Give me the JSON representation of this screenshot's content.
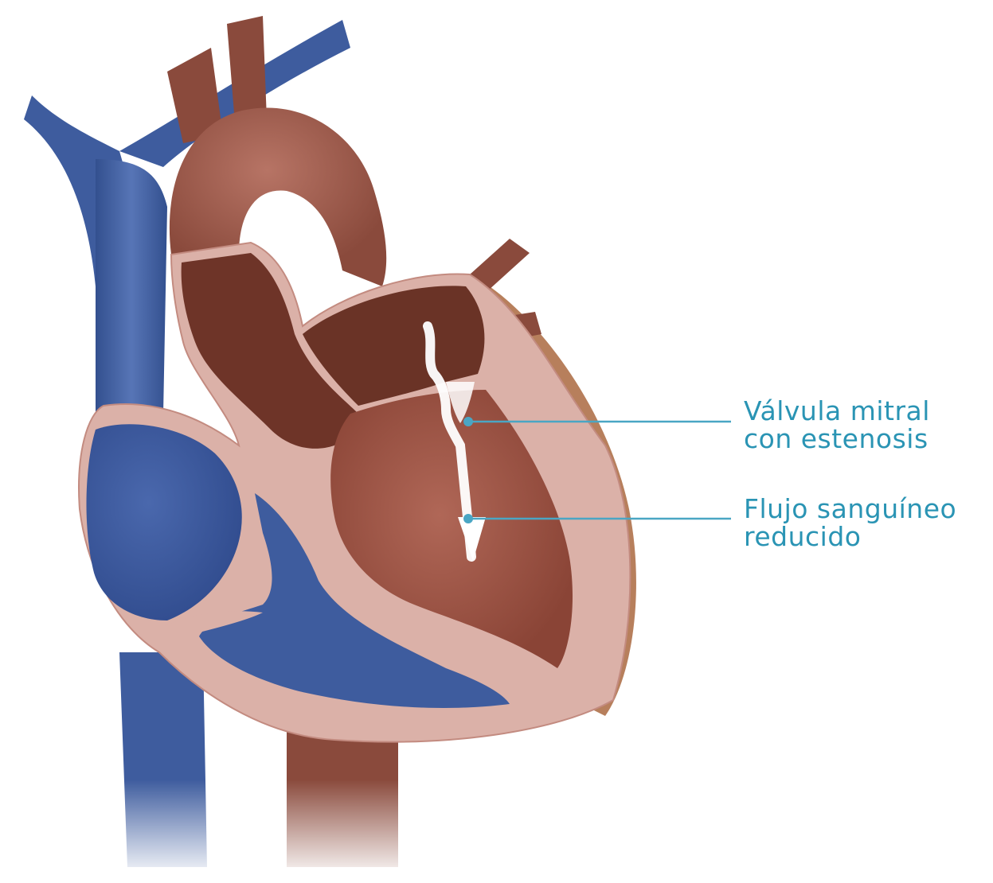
{
  "colors": {
    "label_text": "#2a94b4",
    "leader_line": "#4aa6c4",
    "vein_blue": "#3e5c9e",
    "vein_blue_dark": "#2f4a8c",
    "artery_red": "#8a4a3c",
    "artery_red_dark": "#6e3428",
    "chamber_dark": "#6a3326",
    "ventricle_red": "#a4574a",
    "wall_pink": "#dbb1a8",
    "wall_outline": "#c38b80",
    "outer_tan": "#b77f5c",
    "blood_flow_arrow": "#ffffff"
  },
  "labels": {
    "mitral_valve": "Válvula mitral\ncon estenosis",
    "blood_flow": "Flujo sanguíneo\nreducido"
  },
  "icons": {
    "arrow": "flow-arrow-down"
  }
}
